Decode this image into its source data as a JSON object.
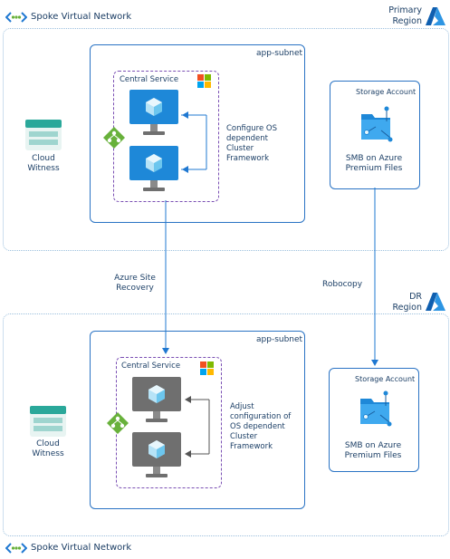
{
  "top": {
    "vnet_label": "Spoke Virtual Network",
    "region_label_line1": "Primary",
    "region_label_line2": "Region",
    "cloud_witness_line1": "Cloud",
    "cloud_witness_line2": "Witness",
    "subnet_label": "app-subnet",
    "central_service_label": "Central Service",
    "configure_text": [
      "Configure OS",
      "dependent",
      "Cluster",
      "Framework"
    ],
    "storage_account_label": "Storage Account",
    "smb_line1": "SMB on Azure",
    "smb_line2": "Premium Files"
  },
  "middle": {
    "asr_line1": "Azure Site",
    "asr_line2": "Recovery",
    "robocopy": "Robocopy"
  },
  "bottom": {
    "region_label_line1": "DR",
    "region_label_line2": "Region",
    "cloud_witness_line1": "Cloud",
    "cloud_witness_line2": "Witness",
    "subnet_label": "app-subnet",
    "central_service_label": "Central Service",
    "adjust_text": [
      "Adjust",
      "configuration of",
      "OS dependent",
      "Cluster",
      "Framework"
    ],
    "storage_account_label": "Storage Account",
    "smb_line1": "SMB on Azure",
    "smb_line2": "Premium Files",
    "vnet_label": "Spoke Virtual Network"
  },
  "colors": {
    "azure_blue": "#1f78d1",
    "vm_active": "#1e88d8",
    "vm_inactive": "#6f6f6f",
    "dashed_purple": "#7a4fb3",
    "witness_teal": "#2aa89a",
    "lb_green": "#68b13b"
  }
}
